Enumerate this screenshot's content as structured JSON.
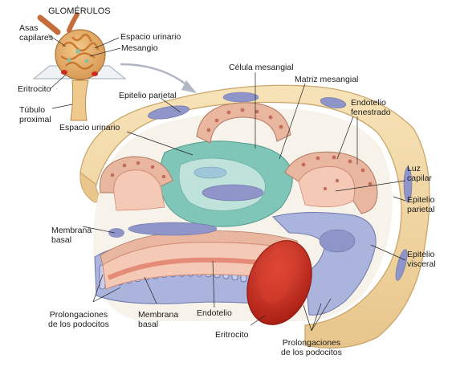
{
  "colors": {
    "capsule": "#f2d7a1",
    "capsule_edge": "#c9a66b",
    "basement": "#e9b7a0",
    "endothelium": "#e58c78",
    "mesangium": "#7fc6b8",
    "mesangial_cell": "#bfe3da",
    "nucleus": "#8f95c8",
    "podocyte": "#aab4dc",
    "erythrocyte": "#cc2a1c",
    "arrow": "#b0b7c3"
  },
  "inset": {
    "title": "GLOMÉRULOS",
    "asas_capilares": "Asas\ncapilares",
    "espacio_urinario": "Espacio urinario",
    "mesangio": "Mesangio",
    "eritrocito": "Eritrocito",
    "tubulo_proximal": "Túbulo\nproximal"
  },
  "labels": {
    "epitelio_parietal_top": "Epitelio parietal",
    "celula_mesangial": "Célula mesangial",
    "matriz_mesangial": "Matriz mesangial",
    "endotelio_fenestrado": "Endotelio\nfenestrado",
    "espacio_urinario": "Espacio urinario",
    "luz_capilar": "Luz\ncapilar",
    "epitelio_parietal_right": "Epitelio\nparietal",
    "membrana_basal_left": "Membrana\nbasal",
    "epitelio_visceral": "Epitelio\nvisceral",
    "prolongaciones_left": "Prolongaciones\nde los podocitos",
    "membrana_basal_bottom": "Membrana\nbasal",
    "endotelio": "Endotelio",
    "eritrocito": "Eritrocito",
    "prolongaciones_right": "Prolongaciones\nde los podocitos"
  }
}
